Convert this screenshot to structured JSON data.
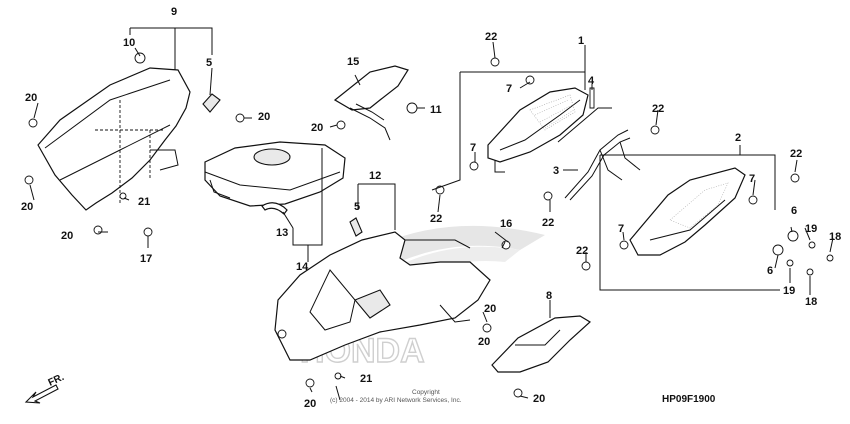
{
  "diagram": {
    "labels": {
      "n9": "9",
      "n10": "10",
      "n5a": "5",
      "n20a": "20",
      "n20b": "20",
      "n20c": "20",
      "n21a": "21",
      "n17": "17",
      "n20d": "20",
      "n15": "15",
      "n11": "11",
      "n20e": "20",
      "n13": "13",
      "n14": "14",
      "n12": "12",
      "n5b": "5",
      "n16": "16",
      "n22a": "22",
      "n1": "1",
      "n7a": "7",
      "n4": "4",
      "n22b": "22",
      "n7b": "7",
      "n22c": "22",
      "n3": "3",
      "n2": "2",
      "n22d": "22",
      "n7c": "7",
      "n22e": "22",
      "n6a": "6",
      "n19a": "19",
      "n18a": "18",
      "n7d": "7",
      "n22f": "22",
      "n6b": "6",
      "n19b": "19",
      "n18b": "18",
      "n8": "8",
      "n20f": "20",
      "n20g": "20",
      "n21b": "21",
      "n20h": "20",
      "n20i": "20"
    },
    "watermark": "HONDA",
    "copyright_line1": "Copyright",
    "copyright_line2": "(c) 2004 - 2014 by ARI Network Services, Inc.",
    "diagram_code": "HP09F1900",
    "front_label": "FR."
  }
}
